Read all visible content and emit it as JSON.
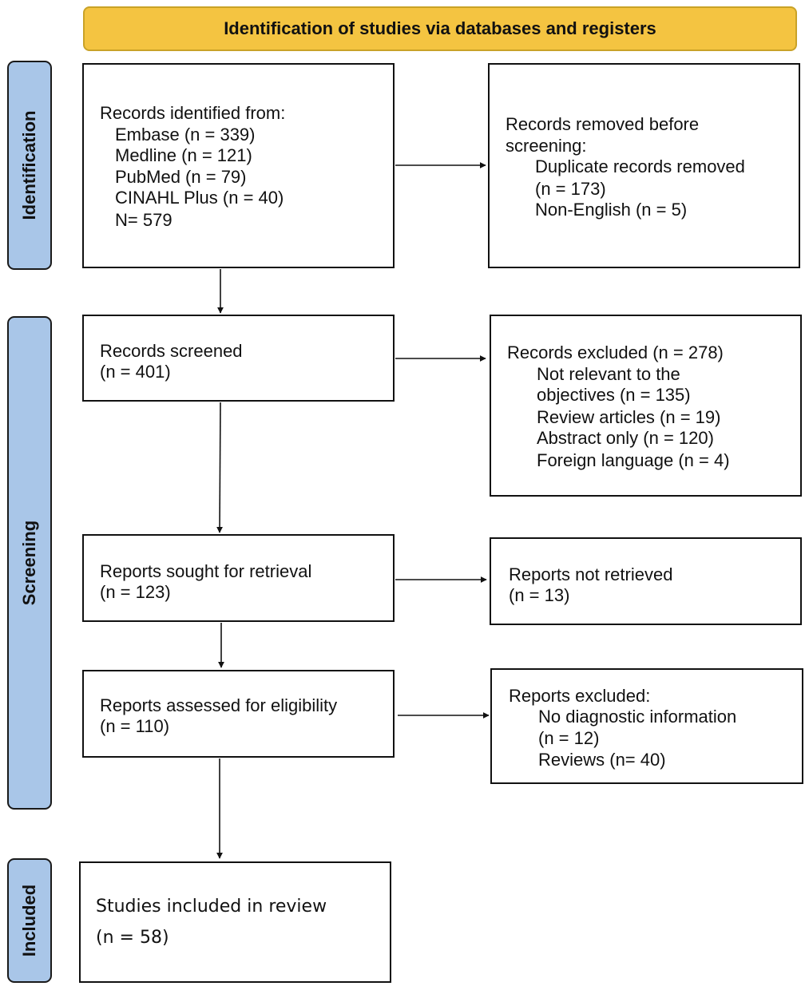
{
  "header": {
    "title": "Identification of studies via databases and registers"
  },
  "stages": {
    "identification": "Identification",
    "screening": "Screening",
    "included": "Included"
  },
  "records_identified": {
    "title": "Records identified from:",
    "items": [
      "Embase (n = 339)",
      "Medline (n = 121)",
      "PubMed (n = 79)",
      "CINAHL Plus (n = 40)",
      "N= 579"
    ]
  },
  "records_removed": {
    "title_1": "Records removed before",
    "title_2": "screening:",
    "items": [
      "Duplicate records removed",
      "(n = 173)",
      "Non-English (n = 5)"
    ]
  },
  "records_screened": {
    "title": "Records screened",
    "count": "(n = 401)"
  },
  "records_excluded": {
    "title": "Records excluded (n = 278)",
    "items": [
      "Not relevant to the",
      "objectives (n = 135)",
      "Review articles (n = 19)",
      "Abstract only (n = 120)",
      "Foreign language (n = 4)"
    ]
  },
  "reports_sought": {
    "title": "Reports sought for retrieval",
    "count": "(n = 123)"
  },
  "reports_not_retrieved": {
    "title": "Reports not retrieved",
    "count": "(n = 13)"
  },
  "reports_assessed": {
    "title": "Reports assessed for eligibility",
    "count": "(n = 110)"
  },
  "reports_excluded": {
    "title": "Reports excluded:",
    "items": [
      "No diagnostic information",
      "(n = 12)",
      "Reviews (n= 40)"
    ]
  },
  "studies_included": {
    "title": "Studies included in review",
    "count": "(n = 58)"
  }
}
